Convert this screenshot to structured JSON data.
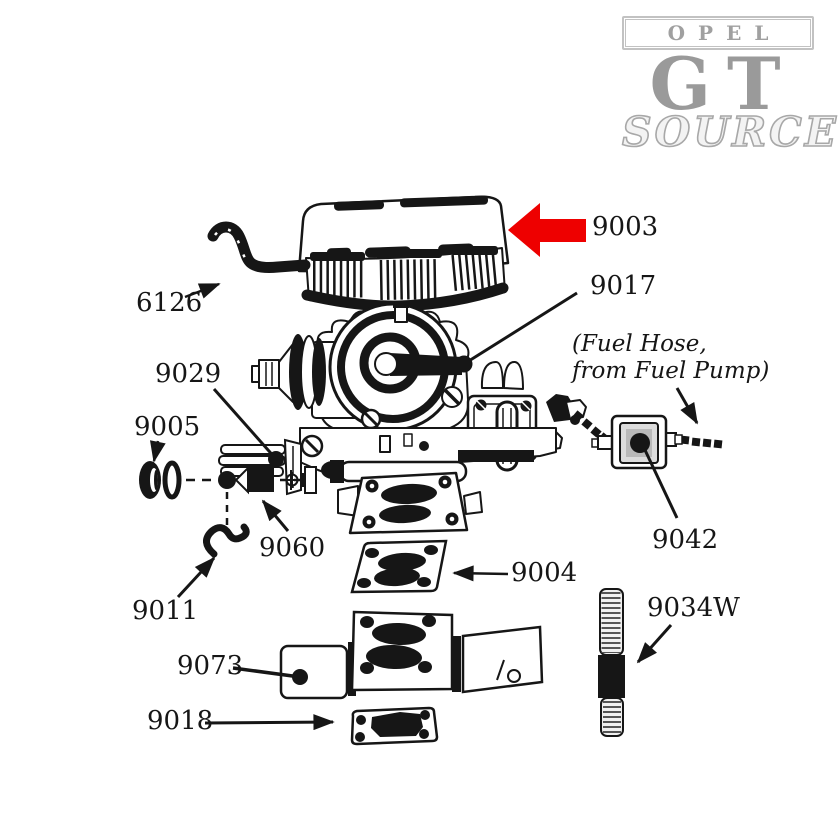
{
  "logo": {
    "opel": "OPEL",
    "gt": "GT",
    "source": "SOURCE"
  },
  "note": {
    "line1": "(Fuel Hose,",
    "line2": "from Fuel Pump)"
  },
  "labels": {
    "p9003": "9003",
    "p6126": "6126",
    "p9017": "9017",
    "p9029": "9029",
    "p9005": "9005",
    "p9060": "9060",
    "p9011": "9011",
    "p9042": "9042",
    "p9004": "9004",
    "p9034w": "9034W",
    "p9073": "9073",
    "p9018": "9018"
  },
  "colors": {
    "annotation_arrow_red": "#ee0000",
    "logo_gray": "#9c9c9c",
    "line_art_black": "#161616"
  }
}
